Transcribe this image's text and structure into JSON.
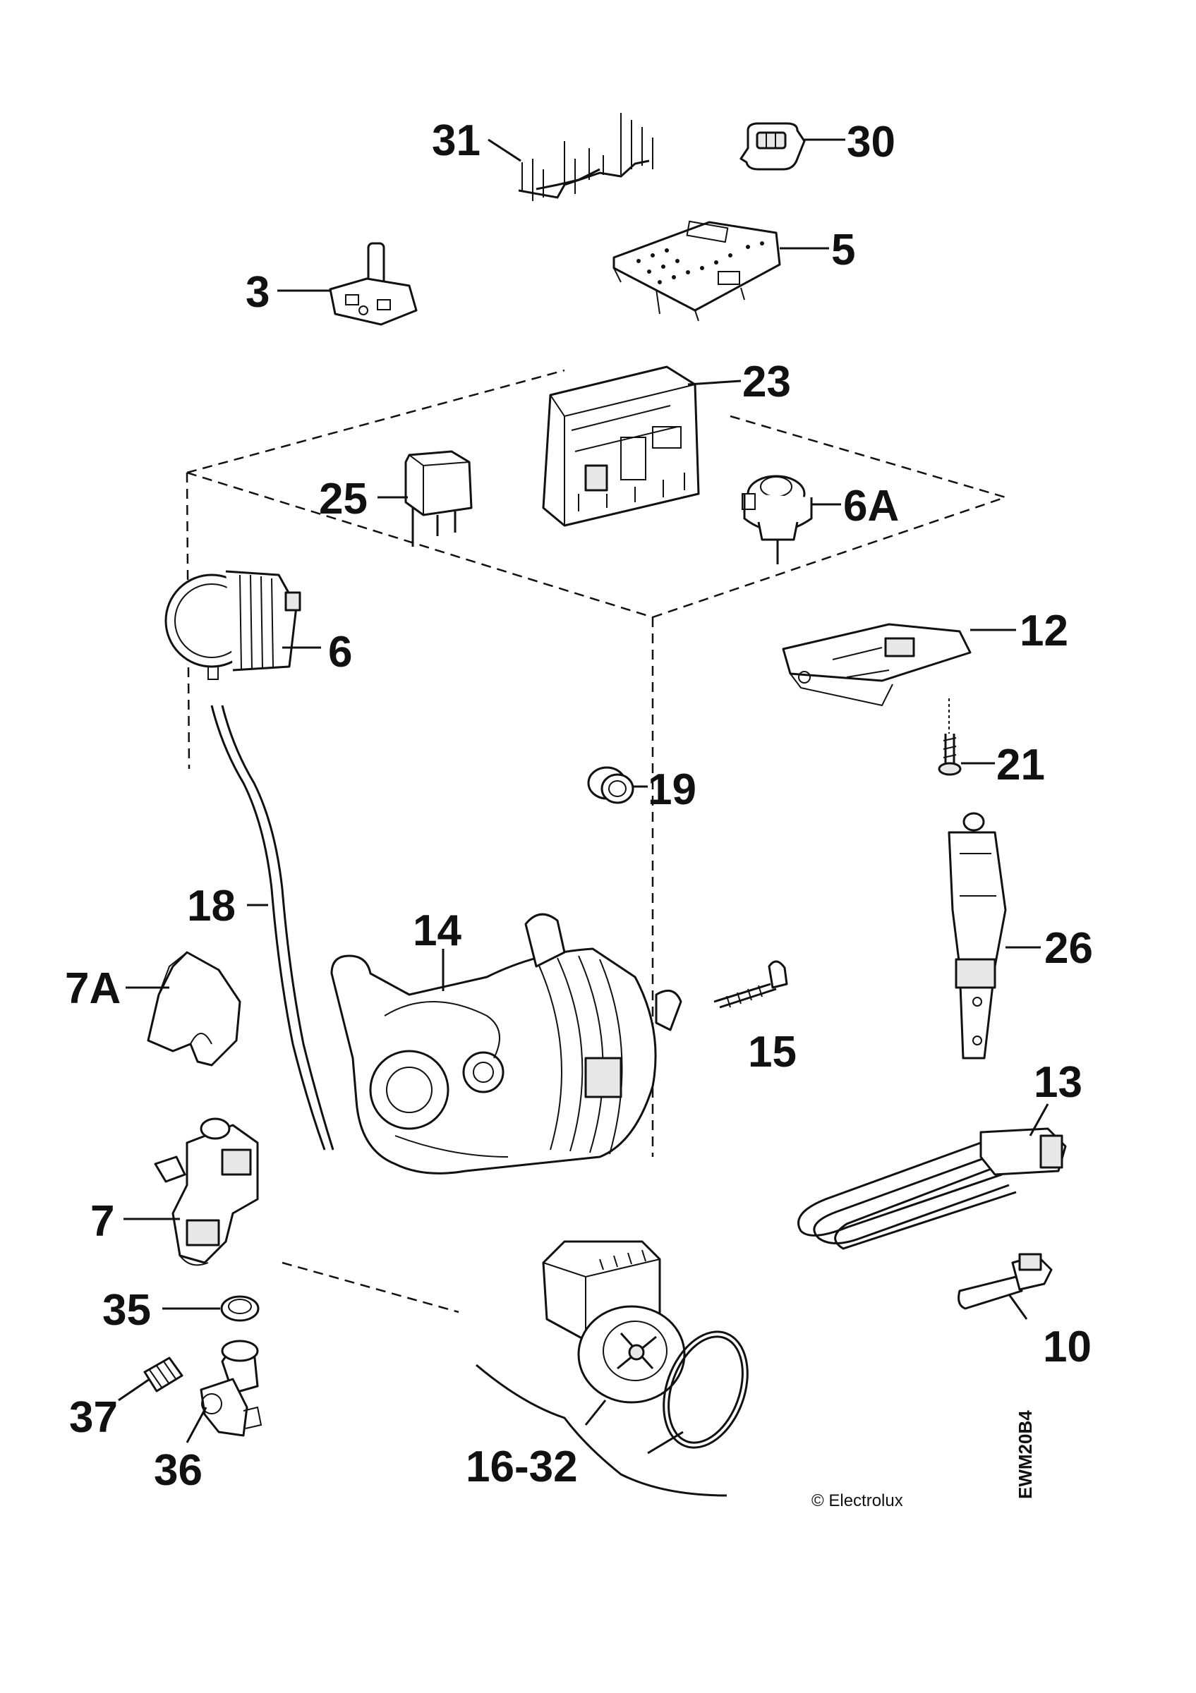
{
  "callouts": {
    "c31": "31",
    "c30": "30",
    "c5": "5",
    "c3": "3",
    "c23": "23",
    "c25": "25",
    "c6A": "6A",
    "c6": "6",
    "c12": "12",
    "c21": "21",
    "c19": "19",
    "c18": "18",
    "c14": "14",
    "c26": "26",
    "c7A": "7A",
    "c15": "15",
    "c13": "13",
    "c7": "7",
    "c35": "35",
    "c10": "10",
    "c37": "37",
    "c36": "36",
    "c16_32": "16-32"
  },
  "copyright": "© Electrolux",
  "diagram_code": "EWM20B4"
}
